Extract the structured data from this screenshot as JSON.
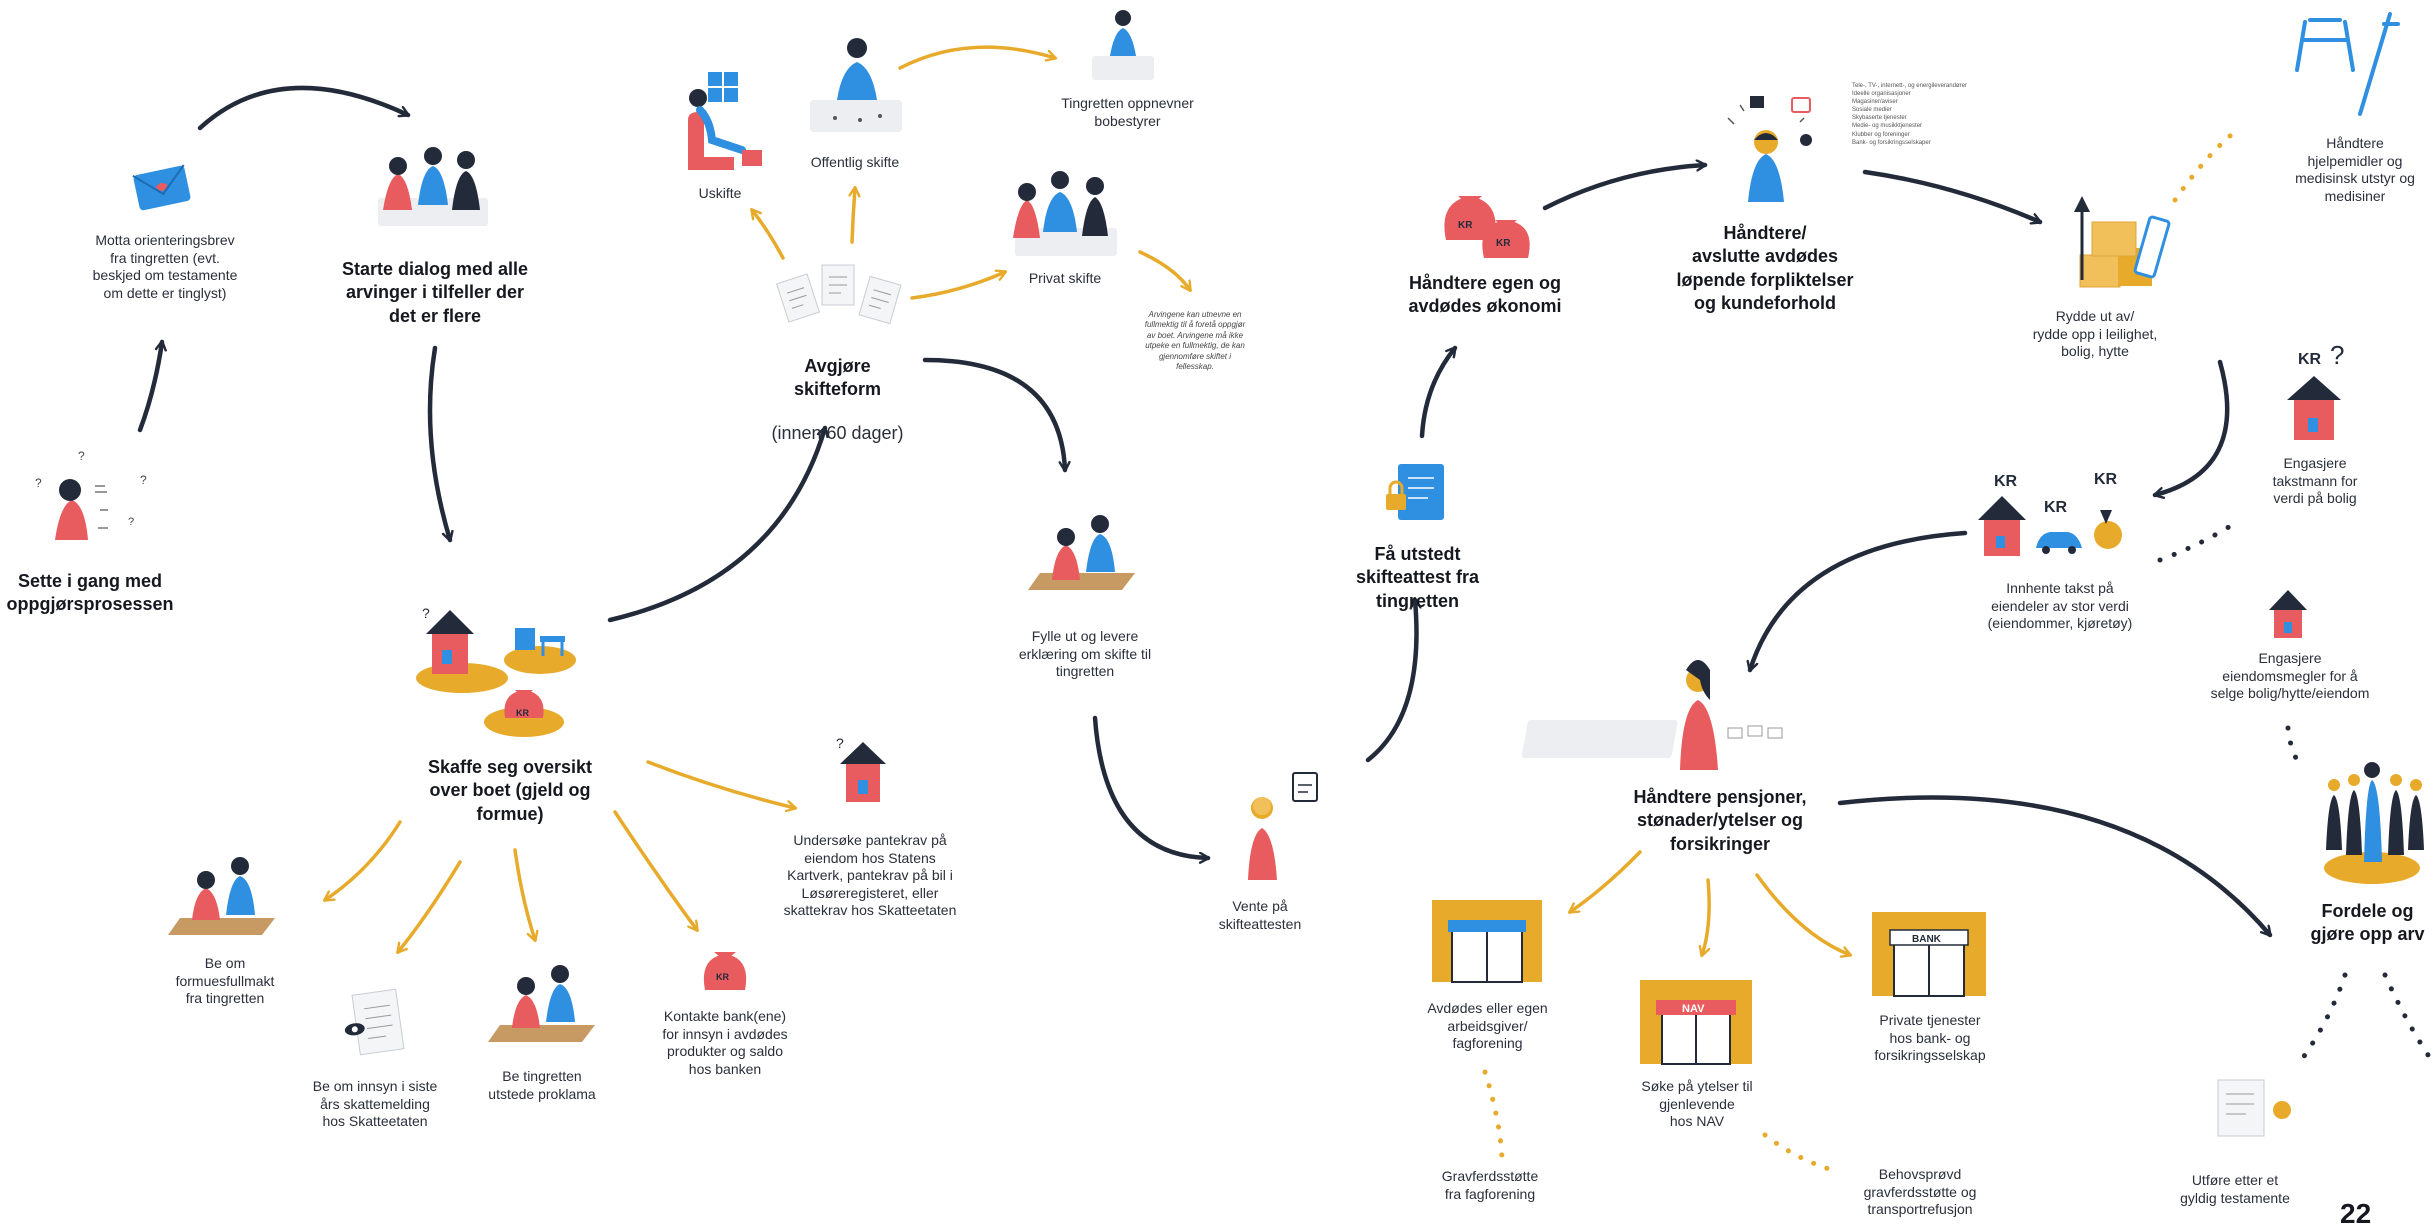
{
  "colors": {
    "navy": "#232b3a",
    "yellow": "#e8aa2a",
    "red": "#e85b5e",
    "blue": "#2f8fe0",
    "paper": "#eceef2"
  },
  "steps": {
    "sette": "Sette i gang med\noppgjørsprosessen",
    "motta": "Motta orienteringsbrev\nfra tingretten (evt.\nbeskjed om testamente\nom dette er tinglyst)",
    "starte": "Starte dialog med alle\narvinger i tilfeller der\ndet er flere",
    "skaffe": "Skaffe seg oversikt\nover boet (gjeld og\nformue)",
    "fullmakt": "Be om\nformuesfullmakt\nfra tingretten",
    "innsyn": "Be om innsyn i siste\nårs skattemelding\nhos Skatteetaten",
    "proklama": "Be tingretten\nutstede proklama",
    "bank": "Kontakte bank(ene)\nfor innsyn i avdødes\nprodukter og saldo\nhos banken",
    "pantekrav": "Undersøke pantekrav på\neiendom hos Statens\nKartverk, pantekrav på bil i\nLøsøreregisteret, eller\nskattekrav hos Skatteetaten",
    "avgjore_title": "Avgjøre\nskifteform",
    "avgjore_sub": "(innen 60 dager)",
    "uskifte": "Uskifte",
    "offentlig": "Offentlig skifte",
    "bobestyrer": "Tingretten oppnevner\nbobestyrer",
    "privat": "Privat skifte",
    "privat_note": "Arvingene kan utnevne en\nfullmektig til å foretå oppgjør\nav boet. Arvingene må ikke\nutpeke en fullmektig, de kan\ngjennomføre skiftet i\nfellesskap.",
    "fylle": "Fylle ut og levere\nerklæring om skifte til\ntingretten",
    "vente": "Vente på\nskifteattesten",
    "utstedt": "Få utstedt\nskifteattest fra\ntingretten",
    "okonomi": "Håndtere egen og\navdødes økonomi",
    "forpliktelser": "Håndtere/\navslutte avdødes\nløpende forpliktelser\nog kundeforhold",
    "rydde": "Rydde ut av/\nrydde opp i leilighet,\nbolig, hytte",
    "hjelpemidler": "Håndtere\nhjelpemidler og\nmedisinsk utstyr og\nmedisiner",
    "takstmann": "Engasjere\ntakstmann for\nverdi på bolig",
    "innhente": "Innhente takst på\neiendeler av stor verdi\n(eiendommer, kjøretøy)",
    "megler": "Engasjere\neiendomsmegler for å\nselge bolig/hytte/eiendom",
    "pensjoner": "Håndtere pensjoner,\nstønader/ytelser og\nforsikringer",
    "arbeidsgiver": "Avdødes eller egen\narbeidsgiver/\nfagforening",
    "nav": "Søke på ytelser til\ngjenlevende\nhos NAV",
    "private": "Private tjenester\nhos bank- og\nforsikringsselskap",
    "gravferd_fag": "Gravferdsstøtte\nfra fagforening",
    "behovsprovd": "Behovsprøvd\ngravferdsstøtte og\ntransportrefusjon",
    "fordele": "Fordele og\ngjøre opp arv",
    "testamente": "Utføre etter et\ngyldig testamente"
  },
  "obligations_list": [
    "Tele-, TV-, internett-, og energileverandører",
    "Ideelle organisasjoner",
    "Magasiner/aviser",
    "Sosiale medier",
    "Skybaserte tjenester",
    "Medie- og musikktjenester",
    "Klubber og foreninger",
    "Bank- og forsikringsselskaper"
  ],
  "icon_text": {
    "kr": "KR",
    "nav": "NAV",
    "bank": "BANK"
  },
  "page_number": "22"
}
